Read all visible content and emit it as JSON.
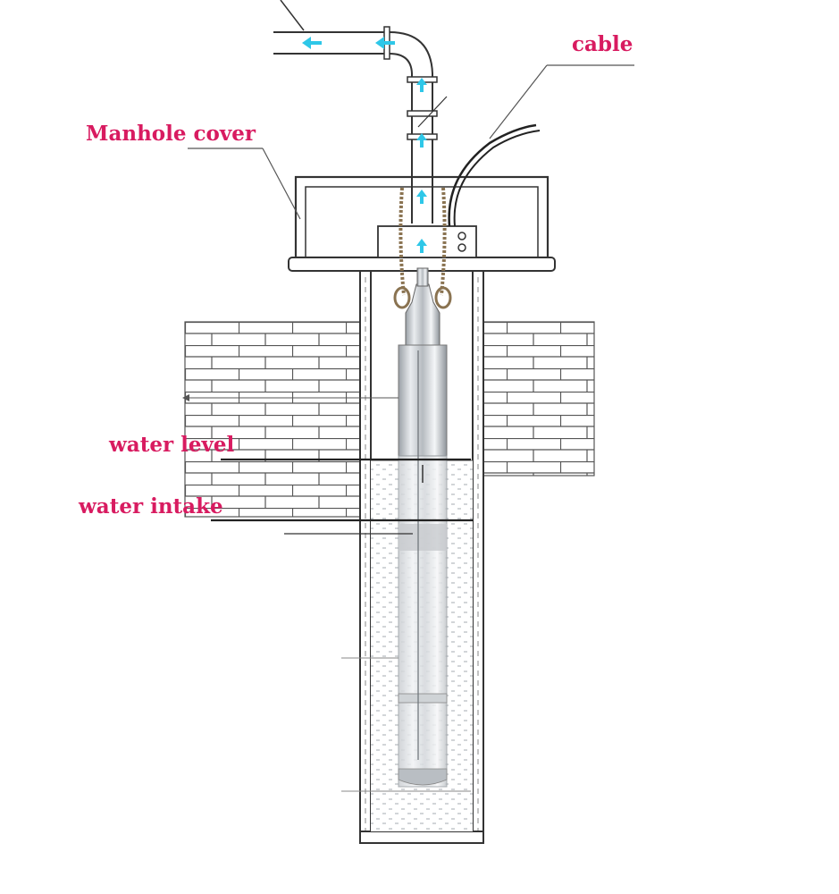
{
  "labels": {
    "cable": "cable",
    "manhole_cover": "Manhole cover",
    "water_level": "water level",
    "water_intake": "water intake"
  },
  "colors": {
    "label_text": "#d81b60",
    "outline": "#333333",
    "flow_arrow": "#2ec7e8",
    "rope": "#8a7351",
    "water_dot": "#9aa2a8",
    "wall_line": "#555555"
  },
  "icons": {
    "flow_arrow": "arrow-icon",
    "rope_knot": "rope-knot-icon"
  }
}
